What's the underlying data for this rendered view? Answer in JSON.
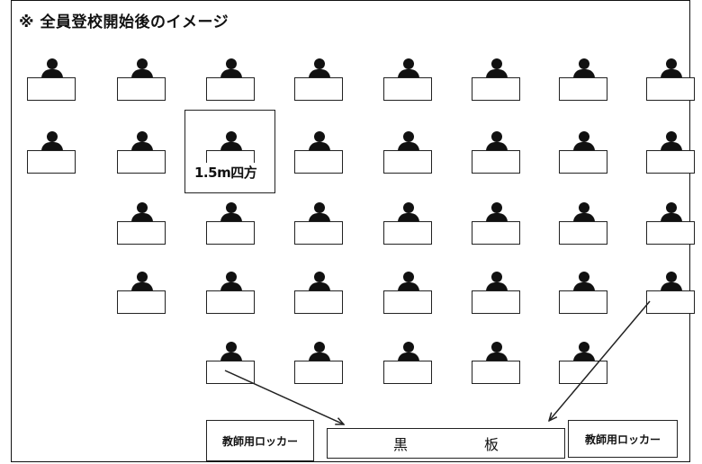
{
  "title": "※ 全員登校開始後のイメージ",
  "space_label": "1.5m四方",
  "teacher_locker_left": "教師用ロッカー",
  "teacher_locker_right": "教師用ロッカー",
  "blackboard": "黒 板",
  "desk_rows": [
    8,
    8,
    7,
    7,
    5
  ]
}
